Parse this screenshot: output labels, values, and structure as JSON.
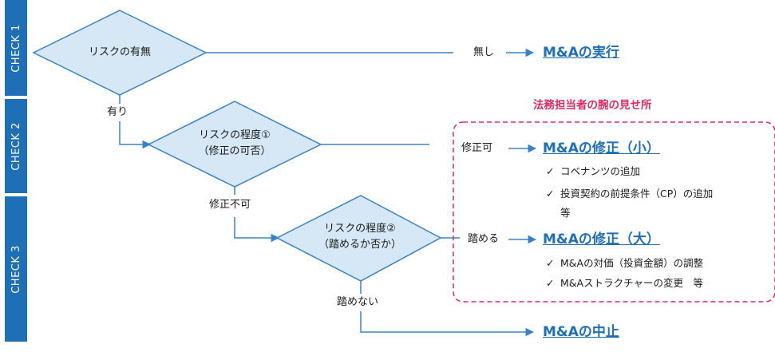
{
  "tabs": {
    "check1": "CHECK 1",
    "check2": "CHECK 2",
    "check3": "CHECK 3"
  },
  "decisions": {
    "d1": {
      "label": "リスクの有無"
    },
    "d2": {
      "line1": "リスクの程度①",
      "line2": "（修正の可否）"
    },
    "d3": {
      "line1": "リスクの程度②",
      "line2": "（踏めるか否か）"
    }
  },
  "edges": {
    "nashi": "無し",
    "ari": "有り",
    "shusei_ka": "修正可",
    "shusei_fuka": "修正不可",
    "fumeru": "踏める",
    "fumenai": "踏めない"
  },
  "results": {
    "execute": "M&Aの実行",
    "modify_small": "M&Aの修正（小）",
    "modify_large": "M&Aの修正（大）",
    "stop": "M&Aの中止"
  },
  "highlight": {
    "title": "法務担当者の腕の見せ所"
  },
  "checkmark": "✓",
  "checks": {
    "small": [
      "コベナンツの追加",
      "投資契約の前提条件（CP）の追加"
    ],
    "small_tail": "等",
    "large": [
      "M&Aの対価（投資金額）の調整",
      "M&Aストラクチャーの変更　等"
    ]
  },
  "colors": {
    "tab": "#1f6fb6",
    "diamond_fill": "#d6e7f6",
    "diamond_stroke": "#3b82c4",
    "result": "#1f6fb6",
    "highlight": "#e02a62"
  }
}
